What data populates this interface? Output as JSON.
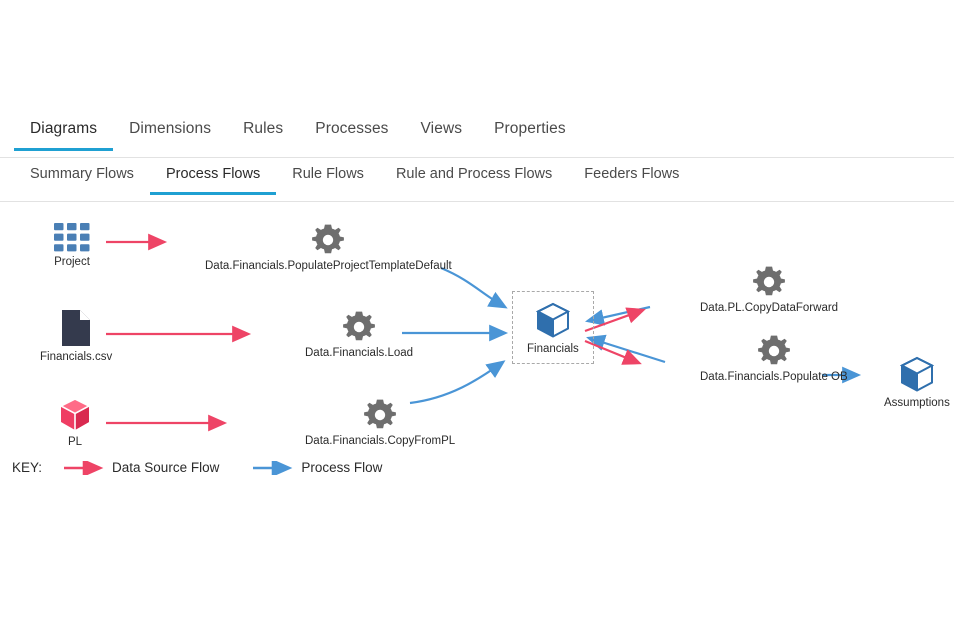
{
  "colors": {
    "accent_tab_underline": "#1fa0d2",
    "process_flow_arrow": "#4a95d6",
    "data_source_flow_arrow": "#ee4466",
    "cube_blue": "#2f6fad",
    "cube_pink": "#ef3d63",
    "gear_gray": "#6e6e6e",
    "document_dark": "#343murky",
    "selection_border": "#a9a9a9"
  },
  "tabs_primary": [
    {
      "label": "Diagrams",
      "active": true
    },
    {
      "label": "Dimensions",
      "active": false
    },
    {
      "label": "Rules",
      "active": false
    },
    {
      "label": "Processes",
      "active": false
    },
    {
      "label": "Views",
      "active": false
    },
    {
      "label": "Properties",
      "active": false
    }
  ],
  "tabs_secondary": [
    {
      "label": "Summary Flows",
      "active": false
    },
    {
      "label": "Process Flows",
      "active": true
    },
    {
      "label": "Rule Flows",
      "active": false
    },
    {
      "label": "Rule and Process Flows",
      "active": false
    },
    {
      "label": "Feeders Flows",
      "active": false
    }
  ],
  "diagram": {
    "nodes": [
      {
        "id": "project",
        "label": "Project",
        "icon": "grid-icon",
        "selected": false
      },
      {
        "id": "financials_csv",
        "label": "Financials.csv",
        "icon": "document-icon",
        "selected": false
      },
      {
        "id": "pl",
        "label": "PL",
        "icon": "cube-pink-icon",
        "selected": false
      },
      {
        "id": "populate_tpl",
        "label": "Data.Financials.PopulateProjectTemplateDefault",
        "icon": "gear-icon",
        "selected": false
      },
      {
        "id": "load",
        "label": "Data.Financials.Load",
        "icon": "gear-icon",
        "selected": false
      },
      {
        "id": "copyfrompl",
        "label": "Data.Financials.CopyFromPL",
        "icon": "gear-icon",
        "selected": false
      },
      {
        "id": "financials",
        "label": "Financials",
        "icon": "cube-blue-icon",
        "selected": true
      },
      {
        "id": "copydatafwd",
        "label": "Data.PL.CopyDataForward",
        "icon": "gear-icon",
        "selected": false
      },
      {
        "id": "populate_ob",
        "label": "Data.Financials.Populate OB",
        "icon": "gear-icon",
        "selected": false
      },
      {
        "id": "assumptions",
        "label": "Assumptions",
        "icon": "cube-blue-icon",
        "selected": false
      }
    ],
    "edges": [
      {
        "from": "project",
        "to": "populate_tpl",
        "type": "data-source"
      },
      {
        "from": "financials_csv",
        "to": "load",
        "type": "data-source"
      },
      {
        "from": "pl",
        "to": "copyfrompl",
        "type": "data-source"
      },
      {
        "from": "populate_tpl",
        "to": "financials",
        "type": "process"
      },
      {
        "from": "load",
        "to": "financials",
        "type": "process"
      },
      {
        "from": "copyfrompl",
        "to": "financials",
        "type": "process"
      },
      {
        "from": "copydatafwd",
        "to": "financials",
        "type": "process"
      },
      {
        "from": "financials",
        "to": "copydatafwd",
        "type": "data-source"
      },
      {
        "from": "populate_ob",
        "to": "financials",
        "type": "process"
      },
      {
        "from": "financials",
        "to": "populate_ob",
        "type": "data-source"
      },
      {
        "from": "populate_ob",
        "to": "assumptions",
        "type": "process"
      }
    ]
  },
  "legend": {
    "key_label": "KEY:",
    "items": [
      {
        "label": "Data Source Flow",
        "type": "data-source"
      },
      {
        "label": "Process Flow",
        "type": "process"
      }
    ]
  }
}
